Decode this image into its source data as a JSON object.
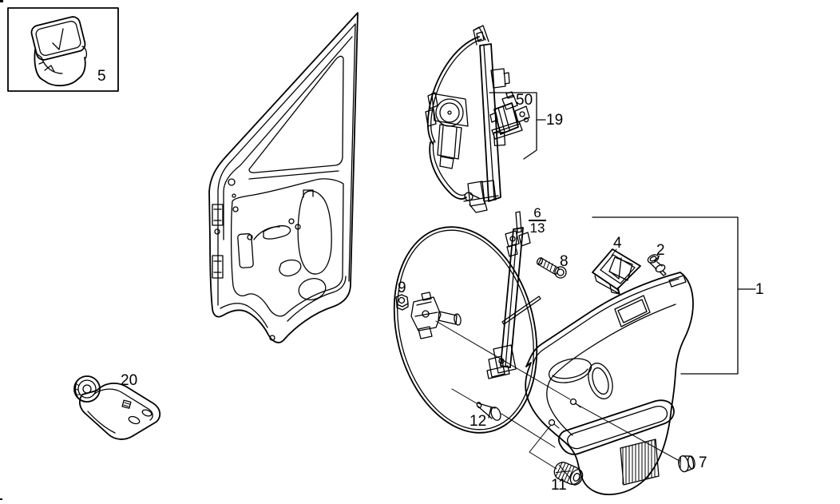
{
  "diagram": {
    "background_color": "#ffffff",
    "line_color": "#000000",
    "labels": {
      "part1": "1",
      "part2": "2",
      "part4": "4",
      "part5": "5",
      "part6": "6",
      "part7": "7",
      "part8": "8",
      "part9": "9",
      "part11": "11",
      "part12": "12",
      "part13": "13",
      "part19": "19",
      "part20": "20",
      "part50": "50"
    },
    "parts": [
      {
        "label": "1",
        "component": "door-trim-panel-assembly"
      },
      {
        "label": "2",
        "component": "retaining-clip"
      },
      {
        "label": "4",
        "component": "door-pocket-insert"
      },
      {
        "label": "5",
        "component": "storage-bin-insert"
      },
      {
        "label": "6/13",
        "component": "manual-window-regulator"
      },
      {
        "label": "7",
        "component": "round-grommet-plug"
      },
      {
        "label": "8",
        "component": "bolt"
      },
      {
        "label": "9",
        "component": "nut"
      },
      {
        "label": "11",
        "component": "ribbed-expansion-plug"
      },
      {
        "label": "12",
        "component": "cone-plug"
      },
      {
        "label": "19",
        "component": "power-window-regulator-assembly"
      },
      {
        "label": "20",
        "component": "door-pull-handle"
      },
      {
        "label": "50",
        "component": "window-lift-motor"
      }
    ]
  }
}
